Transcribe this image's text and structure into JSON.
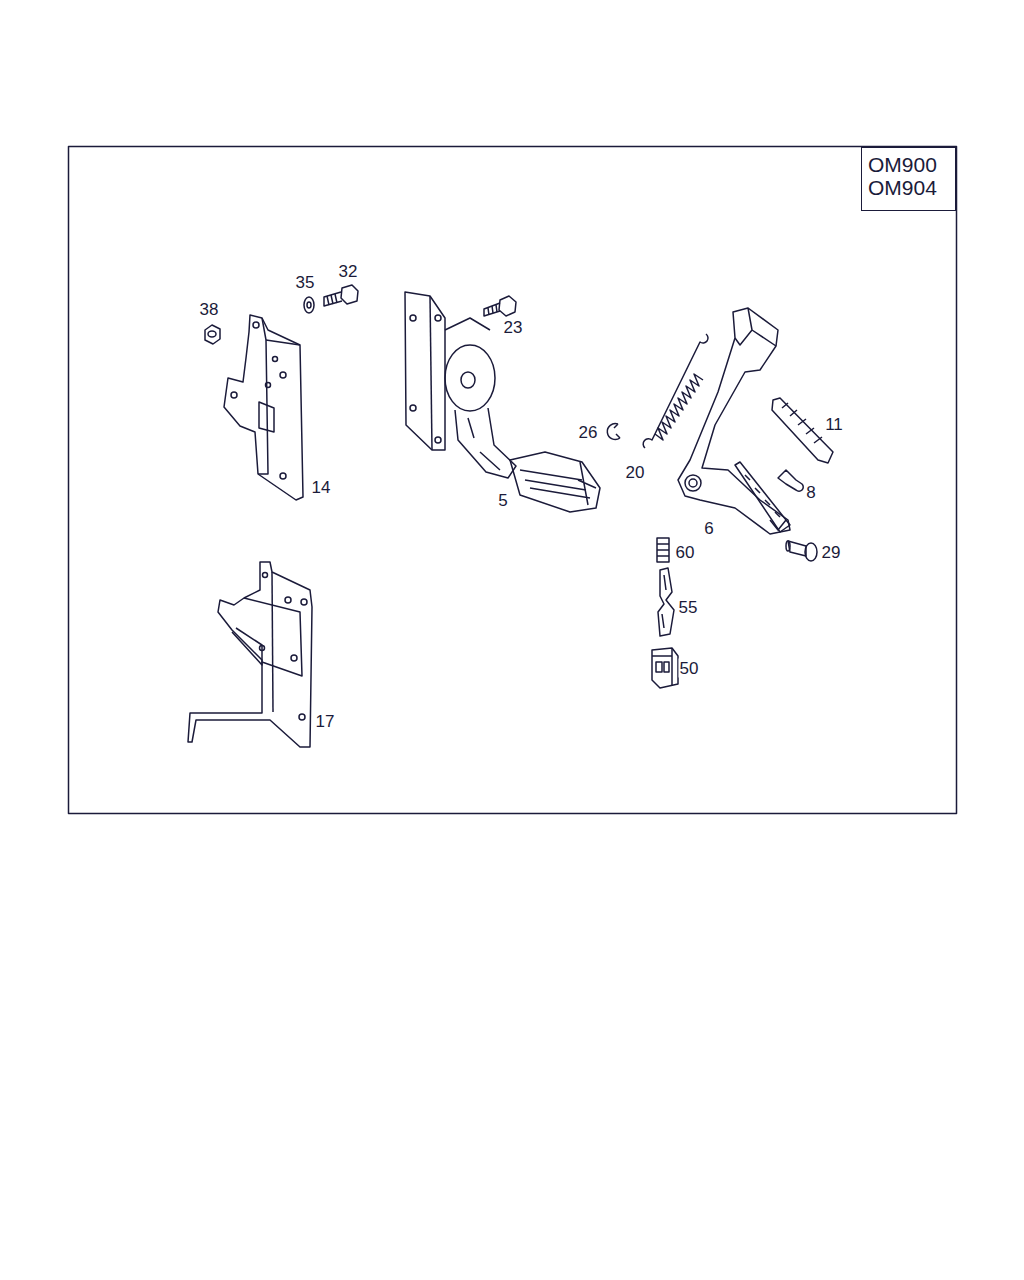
{
  "diagram": {
    "nodes": [
      {
        "text": [
          "OM900 OM904"
        ]
      }
    ],
    "labels": [
      "35",
      "32",
      "38",
      "23",
      "11",
      "26",
      "20",
      "8",
      "14",
      "5",
      "6",
      "29",
      "60",
      "55",
      "50",
      "17"
    ]
  }
}
